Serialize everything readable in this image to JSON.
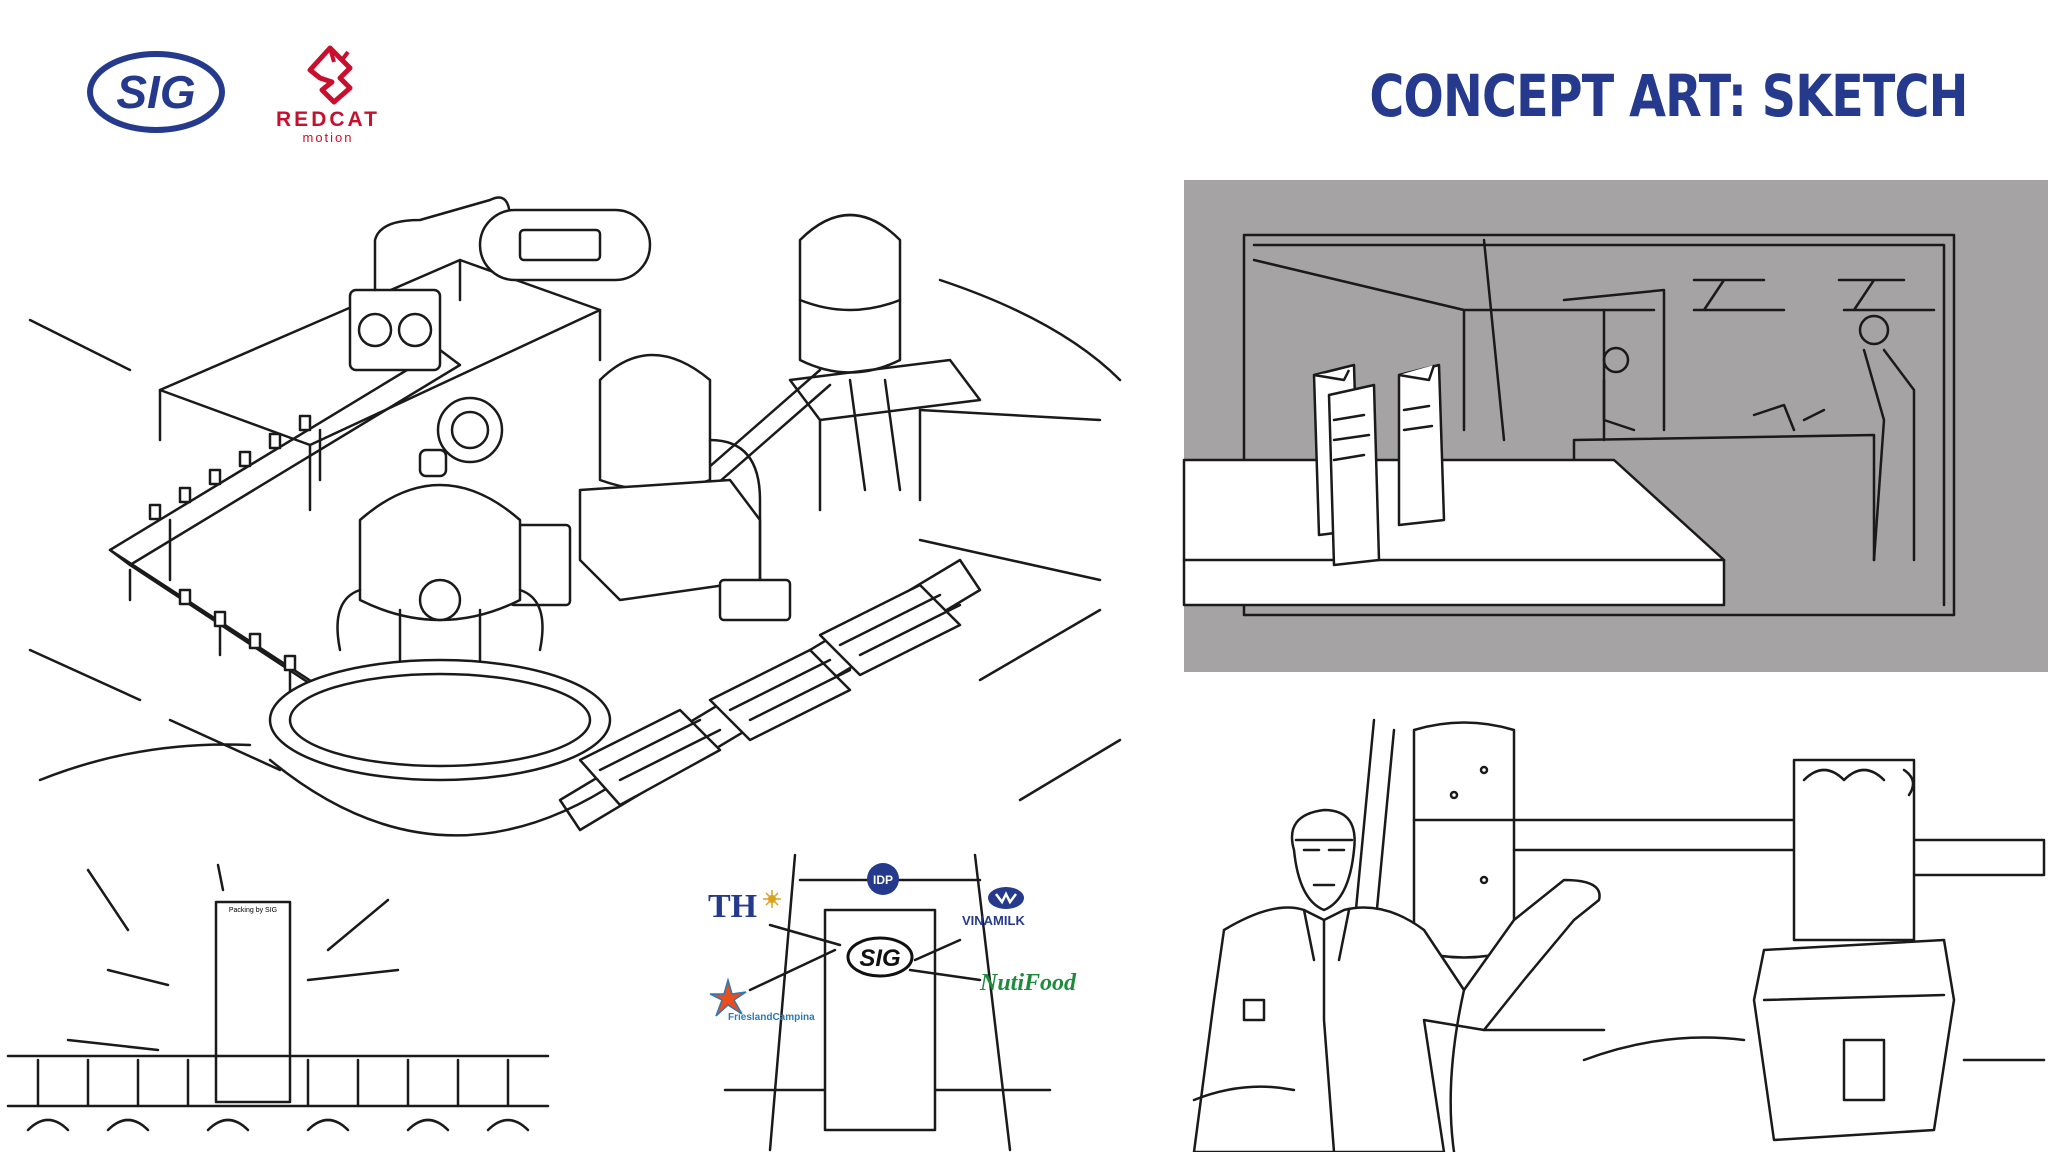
{
  "header": {
    "title": "CONCEPT ART: SKETCH"
  },
  "logos": {
    "sig": "SIG",
    "redcat": "REDCAT",
    "redcat_sub": "motion"
  },
  "brands": {
    "th": "TH",
    "idp": "IDP",
    "vinamilk": "VINAMILK",
    "nutifood": "NutiFood",
    "friesland": "FrieslandCampina",
    "sig_center": "SIG",
    "carton_label": "Packing by SIG"
  },
  "colors": {
    "brand_blue": "#253a8c",
    "redcat_red": "#c8102e",
    "panel_gray": "#a5a3a4"
  }
}
